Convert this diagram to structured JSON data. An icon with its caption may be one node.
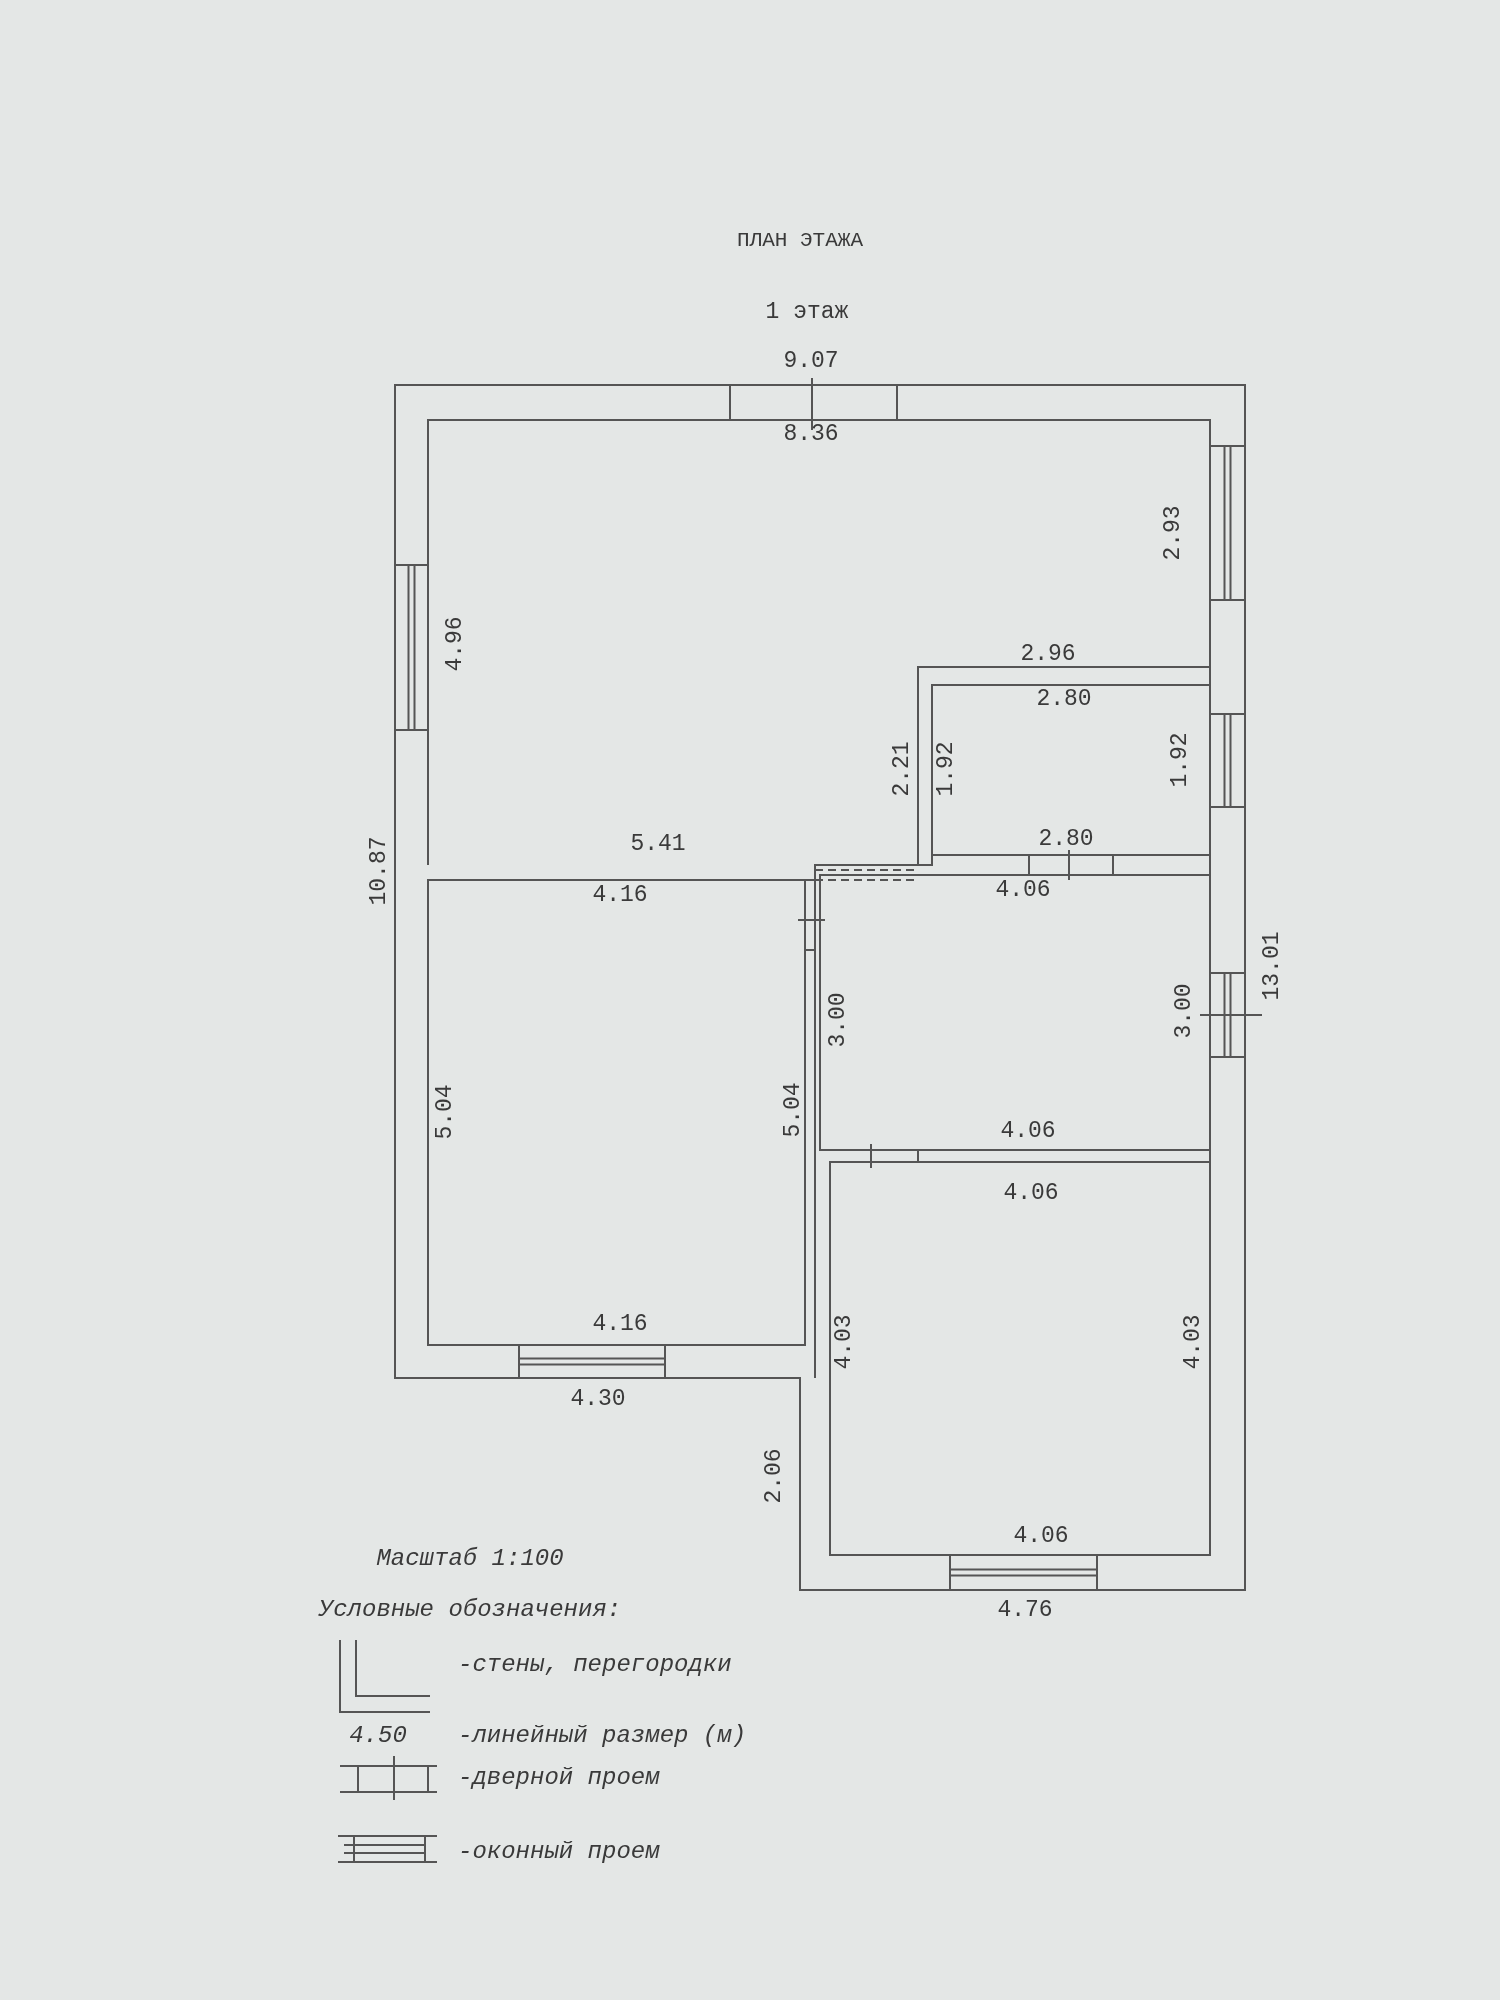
{
  "diagram": {
    "title": "ПЛАН ЭТАЖА",
    "labels": [
      "1 этаж",
      "9.07",
      "8.36",
      "2.93",
      "4.96",
      "10.87",
      "2.96",
      "2.80",
      "2.21",
      "1.92",
      "1.92",
      "5.41",
      "2.80",
      "4.16",
      "4.06",
      "3.00",
      "3.00",
      "13.01",
      "5.04",
      "5.04",
      "4.06",
      "4.06",
      "4.16",
      "4.30",
      "4.03",
      "4.03",
      "2.06",
      "4.06",
      "4.76",
      "Масштаб 1:100",
      "Условные обозначения:",
      "4.50"
    ],
    "legend": [
      {
        "text": "-стены, перегородки"
      },
      {
        "text": "-линейный размер (м)"
      },
      {
        "text": "-дверной проем"
      },
      {
        "text": "-оконный проем"
      }
    ]
  }
}
